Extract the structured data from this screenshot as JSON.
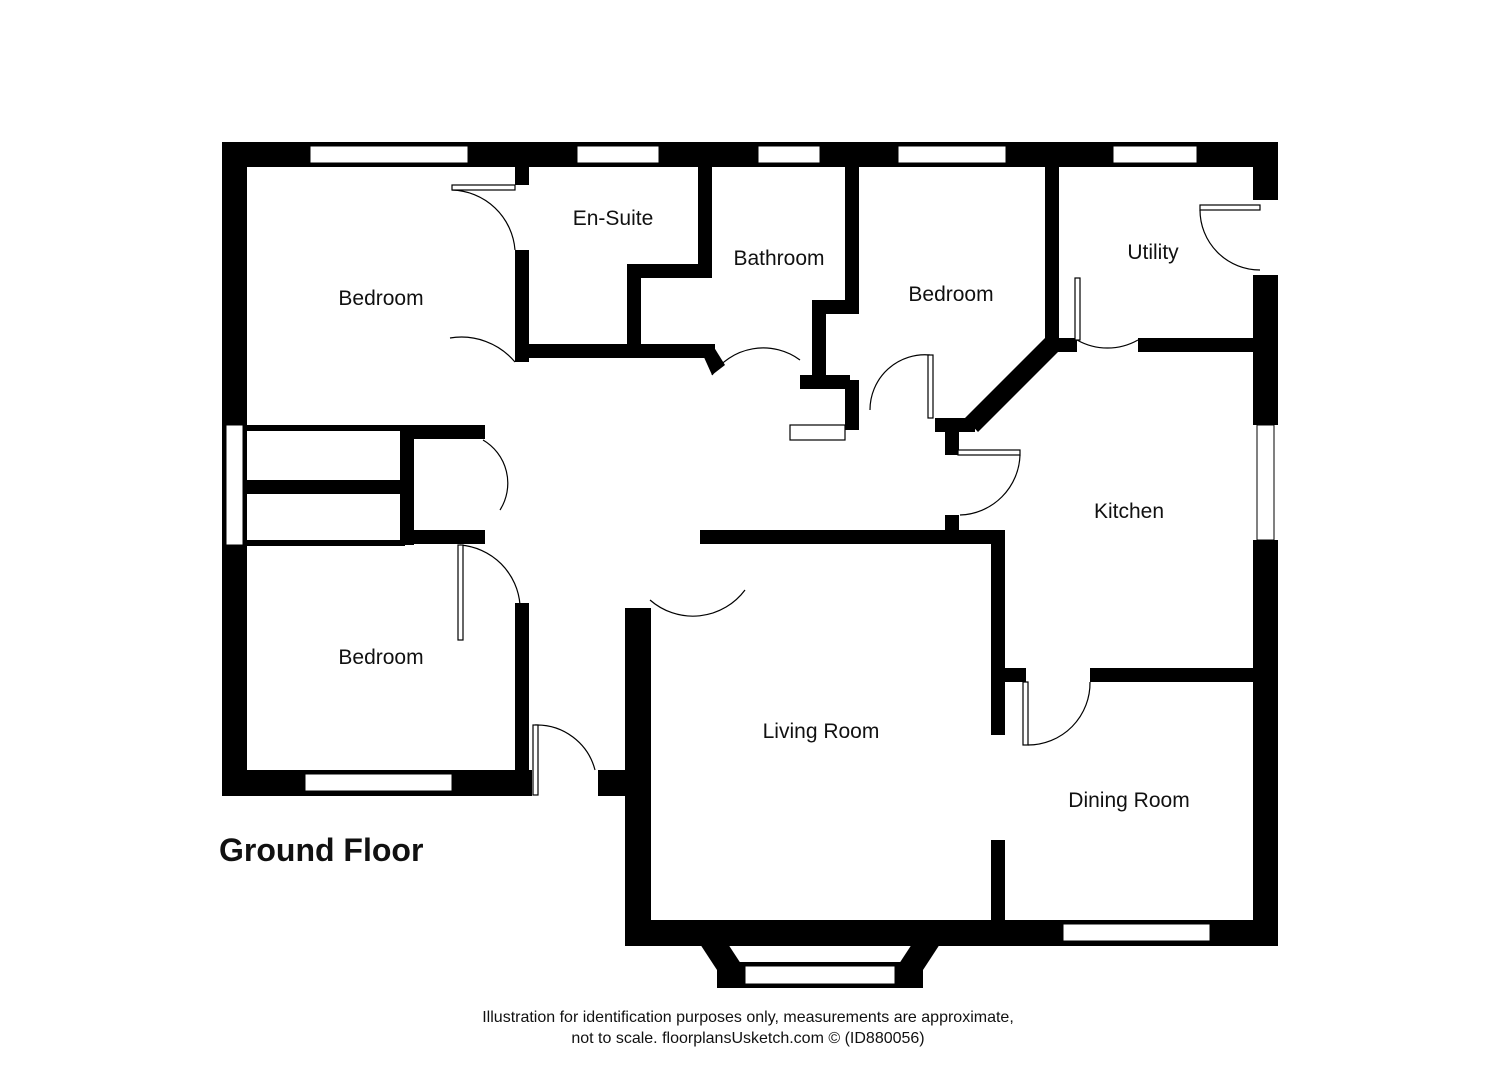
{
  "plan": {
    "rooms": {
      "bedroom_1": "Bedroom",
      "en_suite": "En-Suite",
      "bathroom": "Bathroom",
      "bedroom_2": "Bedroom",
      "utility": "Utility",
      "kitchen": "Kitchen",
      "bedroom_3": "Bedroom",
      "living_room": "Living Room",
      "dining_room": "Dining Room"
    },
    "floor_title": "Ground Floor"
  },
  "footer": {
    "line1": "Illustration for identification purposes only, measurements are approximate,",
    "line2": "not to scale. floorplansUsketch.com © (ID880056)"
  }
}
